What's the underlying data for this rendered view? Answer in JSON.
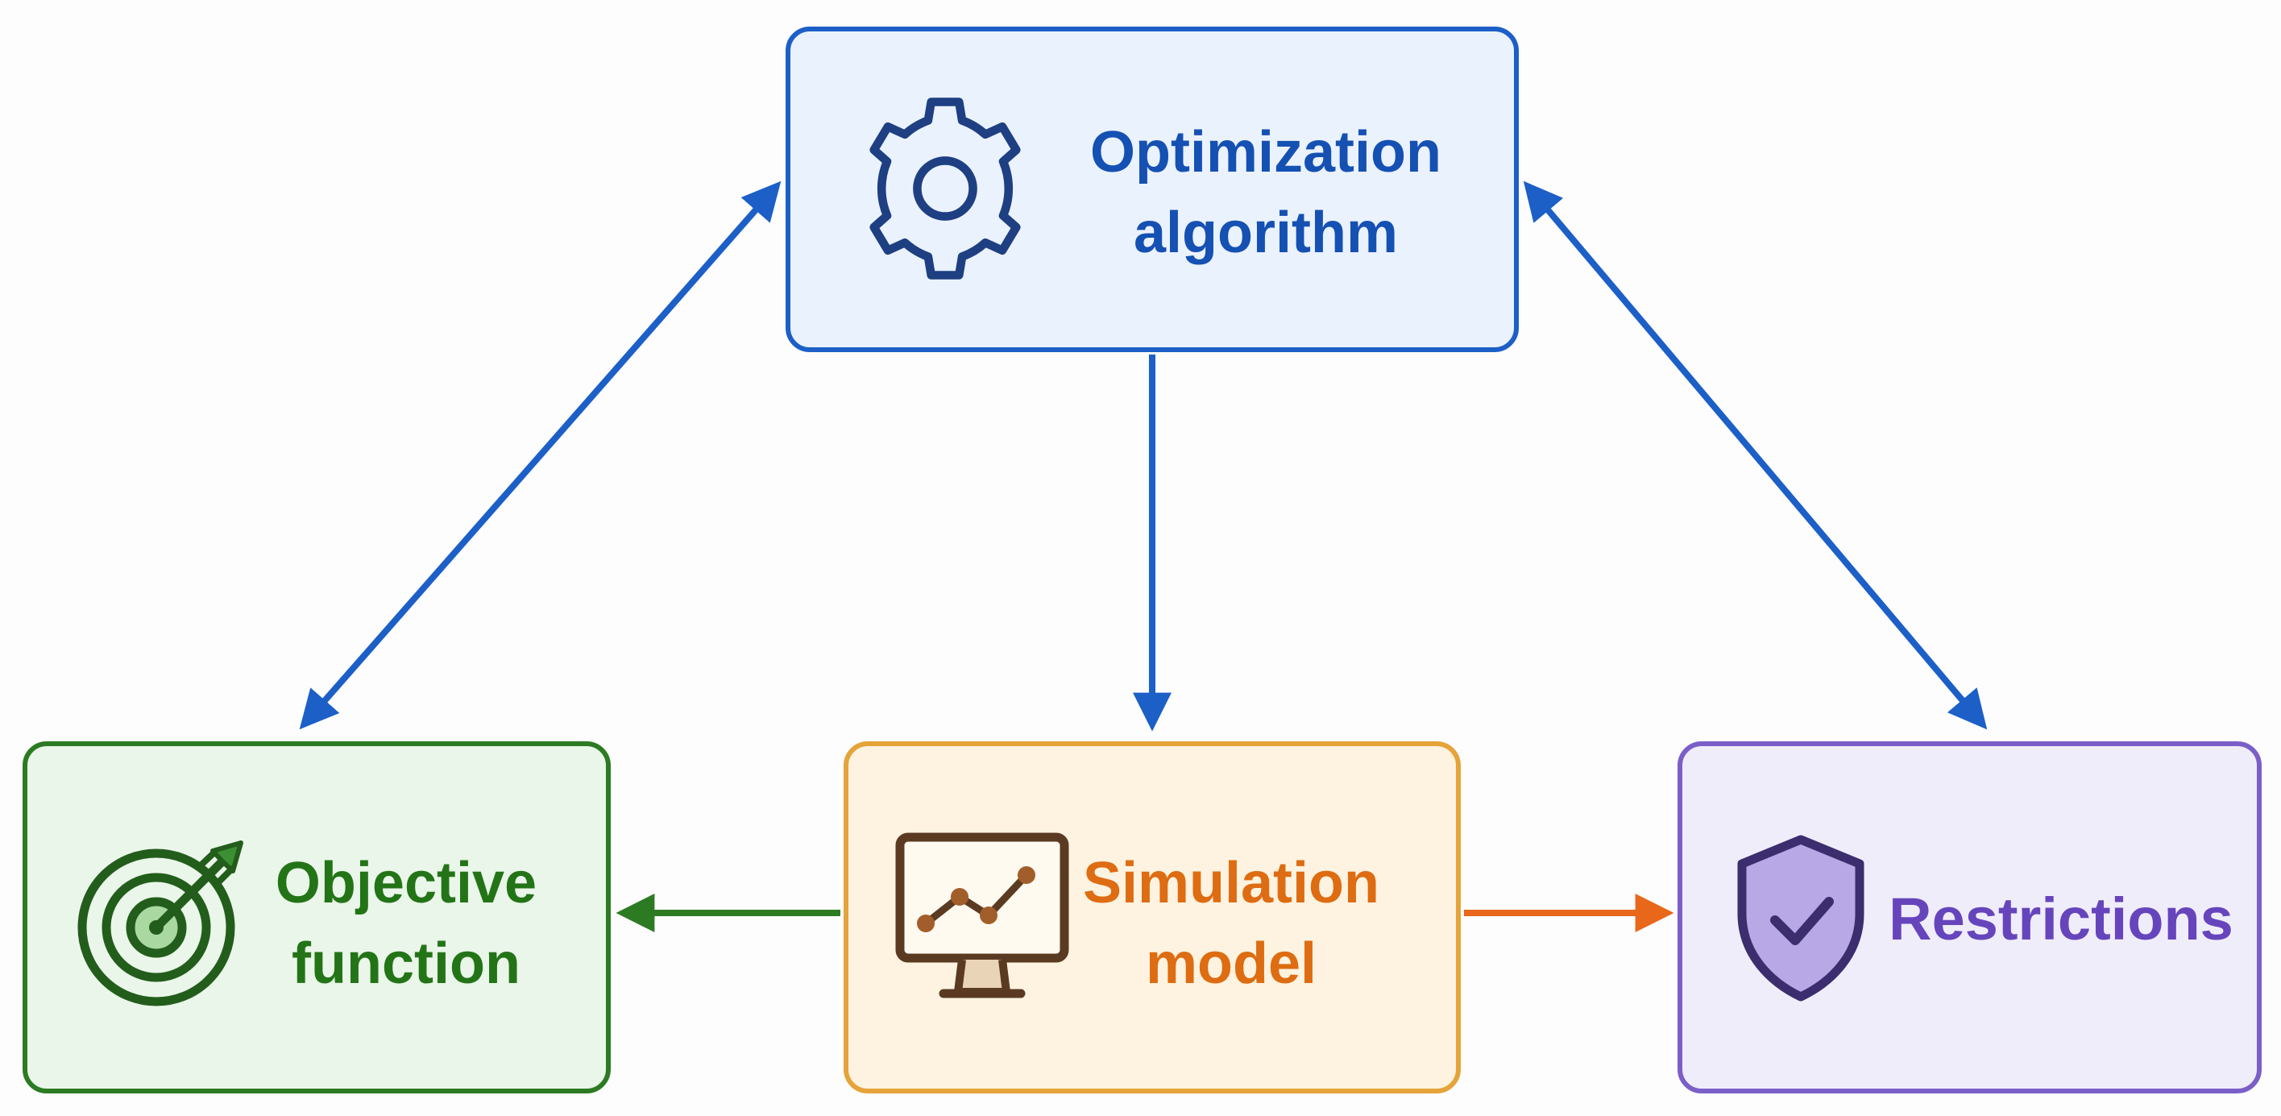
{
  "diagram": {
    "nodes": {
      "optimization": {
        "line1": "Optimization",
        "line2": "algorithm",
        "icon": "gear-icon",
        "color": "#1c5fc7"
      },
      "objective": {
        "line1": "Objective",
        "line2": "function",
        "icon": "target-icon",
        "color": "#2c7b23"
      },
      "simulation": {
        "line1": "Simulation",
        "line2": "model",
        "icon": "monitor-chart-icon",
        "color": "#e5a33a"
      },
      "restrictions": {
        "label": "Restrictions",
        "icon": "shield-check-icon",
        "color": "#7b5fc8"
      }
    },
    "edges": [
      {
        "from": "Optimization algorithm",
        "to": "Objective function",
        "direction": "bidirectional",
        "color": "#1c5fc7"
      },
      {
        "from": "Optimization algorithm",
        "to": "Simulation model",
        "direction": "forward",
        "color": "#1c5fc7"
      },
      {
        "from": "Optimization algorithm",
        "to": "Restrictions",
        "direction": "bidirectional",
        "color": "#1c5fc7"
      },
      {
        "from": "Simulation model",
        "to": "Objective function",
        "direction": "forward",
        "color": "#2c7b23"
      },
      {
        "from": "Simulation model",
        "to": "Restrictions",
        "direction": "forward",
        "color": "#e8671b"
      }
    ]
  }
}
